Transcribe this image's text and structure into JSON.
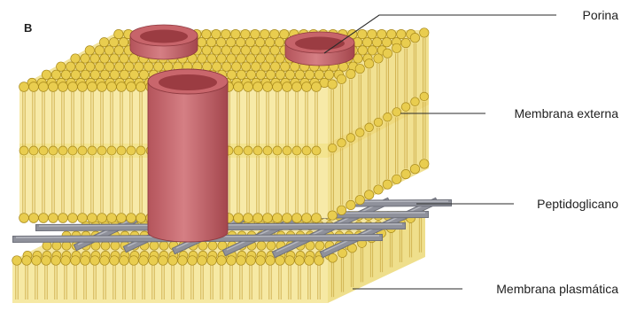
{
  "panel_letter": "B",
  "labels": {
    "porin": "Porina",
    "outer_membrane": "Membrana externa",
    "peptidoglycan": "Peptidoglicano",
    "plasma_membrane": "Membrana plasmática"
  },
  "colors": {
    "lipid_head": "#e9cd4f",
    "lipid_head_edge": "#a98a1c",
    "lipid_tail": "#caa945",
    "membrane_fill": "#f6e9a4",
    "membrane_core": "#f1df7e",
    "peptidoglycan": "#8f919b",
    "porin": "#c8656b",
    "porin_dark": "#9e3f45",
    "leader_line": "#2a2a2a"
  }
}
